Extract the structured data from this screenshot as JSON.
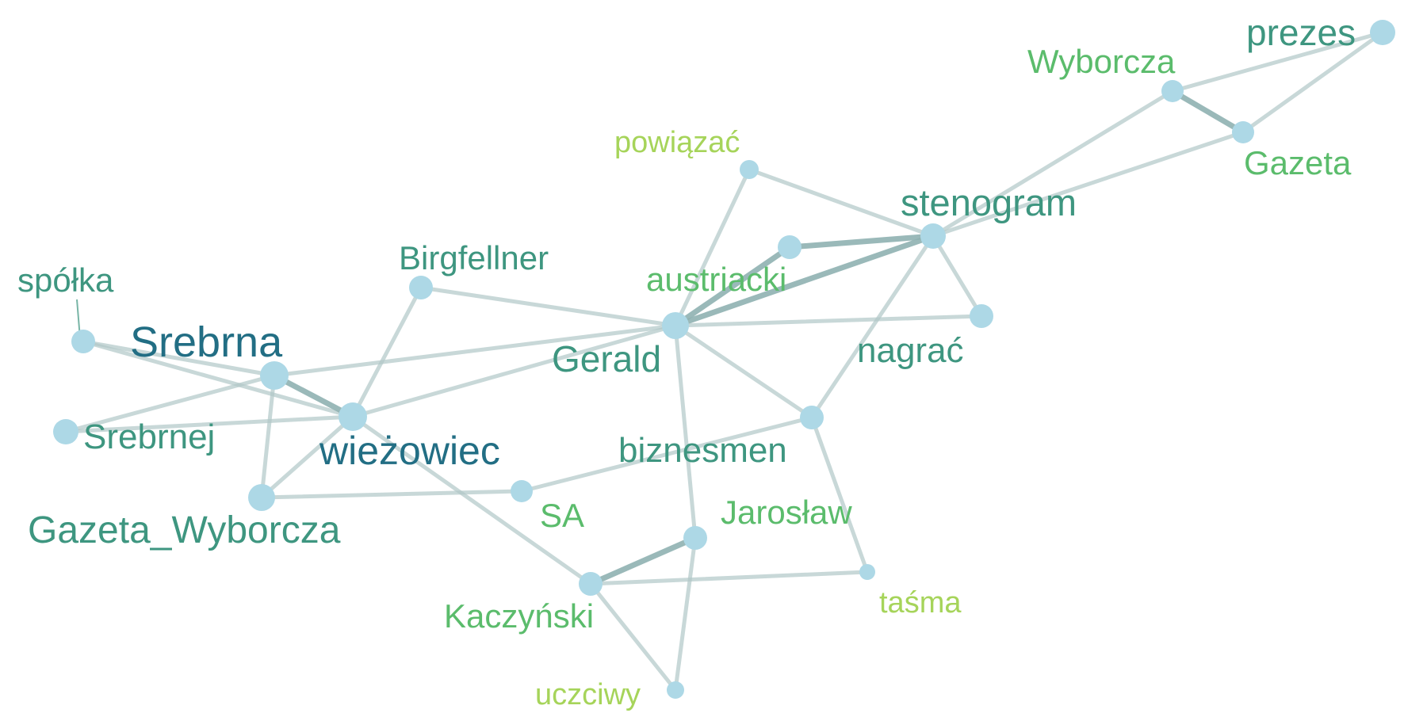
{
  "graph": {
    "colors": {
      "node": "#add8e6",
      "edge": "#b0c8c8",
      "edge_strong": "#8fb1b1",
      "label_dark": "#226e84",
      "label_mid": "#3e9680",
      "label_green": "#5bbc6c",
      "label_light": "#a6d45a"
    },
    "nodes": [
      {
        "id": "prezes",
        "label": "prezes",
        "tone": "mid"
      },
      {
        "id": "wyborcza",
        "label": "Wyborcza",
        "tone": "green"
      },
      {
        "id": "gazeta",
        "label": "Gazeta",
        "tone": "green"
      },
      {
        "id": "powiazac",
        "label": "powiązać",
        "tone": "light"
      },
      {
        "id": "stenogram",
        "label": "stenogram",
        "tone": "mid"
      },
      {
        "id": "austriacki",
        "label": "austriacki",
        "tone": "green"
      },
      {
        "id": "nagrac",
        "label": "nagrać",
        "tone": "mid"
      },
      {
        "id": "birgfellner",
        "label": "Birgfellner",
        "tone": "mid"
      },
      {
        "id": "gerald",
        "label": "Gerald",
        "tone": "mid"
      },
      {
        "id": "spolka",
        "label": "spółka",
        "tone": "mid"
      },
      {
        "id": "srebrna",
        "label": "Srebrna",
        "tone": "dark"
      },
      {
        "id": "srebrnej",
        "label": "Srebrnej",
        "tone": "mid"
      },
      {
        "id": "wiezowiec",
        "label": "wieżowiec",
        "tone": "dark"
      },
      {
        "id": "biznesmen",
        "label": "biznesmen",
        "tone": "mid"
      },
      {
        "id": "gazeta_wyborcza",
        "label": "Gazeta_Wyborcza",
        "tone": "mid"
      },
      {
        "id": "sa",
        "label": "SA",
        "tone": "green"
      },
      {
        "id": "jaroslaw",
        "label": "Jarosław",
        "tone": "green"
      },
      {
        "id": "kaczynski",
        "label": "Kaczyński",
        "tone": "green"
      },
      {
        "id": "tasma",
        "label": "taśma",
        "tone": "light"
      },
      {
        "id": "uczciwy",
        "label": "uczciwy",
        "tone": "light"
      }
    ],
    "edges": [
      {
        "source": "wyborcza",
        "target": "prezes",
        "strength": 1
      },
      {
        "source": "gazeta",
        "target": "prezes",
        "strength": 1
      },
      {
        "source": "wyborcza",
        "target": "gazeta",
        "strength": 3
      },
      {
        "source": "stenogram",
        "target": "wyborcza",
        "strength": 1
      },
      {
        "source": "stenogram",
        "target": "gazeta",
        "strength": 1
      },
      {
        "source": "powiazac",
        "target": "stenogram",
        "strength": 1
      },
      {
        "source": "powiazac",
        "target": "gerald",
        "strength": 1
      },
      {
        "source": "austriacki",
        "target": "stenogram",
        "strength": 3
      },
      {
        "source": "gerald",
        "target": "stenogram",
        "strength": 3
      },
      {
        "source": "gerald",
        "target": "austriacki",
        "strength": 3
      },
      {
        "source": "stenogram",
        "target": "nagrac",
        "strength": 1
      },
      {
        "source": "stenogram",
        "target": "biznesmen",
        "strength": 1
      },
      {
        "source": "gerald",
        "target": "nagrac",
        "strength": 1
      },
      {
        "source": "birgfellner",
        "target": "gerald",
        "strength": 1
      },
      {
        "source": "birgfellner",
        "target": "wiezowiec",
        "strength": 1
      },
      {
        "source": "srebrna",
        "target": "gerald",
        "strength": 1
      },
      {
        "source": "wiezowiec",
        "target": "gerald",
        "strength": 1
      },
      {
        "source": "gerald",
        "target": "biznesmen",
        "strength": 1
      },
      {
        "source": "gerald",
        "target": "jaroslaw",
        "strength": 1
      },
      {
        "source": "spolka",
        "target": "srebrna",
        "strength": 1
      },
      {
        "source": "spolka",
        "target": "wiezowiec",
        "strength": 1
      },
      {
        "source": "srebrna",
        "target": "wiezowiec",
        "strength": 3
      },
      {
        "source": "srebrnej",
        "target": "srebrna",
        "strength": 1
      },
      {
        "source": "srebrnej",
        "target": "wiezowiec",
        "strength": 1
      },
      {
        "source": "srebrna",
        "target": "gazeta_wyborcza",
        "strength": 1
      },
      {
        "source": "wiezowiec",
        "target": "gazeta_wyborcza",
        "strength": 1
      },
      {
        "source": "wiezowiec",
        "target": "kaczynski",
        "strength": 1
      },
      {
        "source": "gazeta_wyborcza",
        "target": "sa",
        "strength": 1
      },
      {
        "source": "sa",
        "target": "biznesmen",
        "strength": 1
      },
      {
        "source": "biznesmen",
        "target": "tasma",
        "strength": 1
      },
      {
        "source": "kaczynski",
        "target": "jaroslaw",
        "strength": 3
      },
      {
        "source": "kaczynski",
        "target": "tasma",
        "strength": 1
      },
      {
        "source": "kaczynski",
        "target": "uczciwy",
        "strength": 1
      },
      {
        "source": "jaroslaw",
        "target": "uczciwy",
        "strength": 1
      }
    ]
  }
}
